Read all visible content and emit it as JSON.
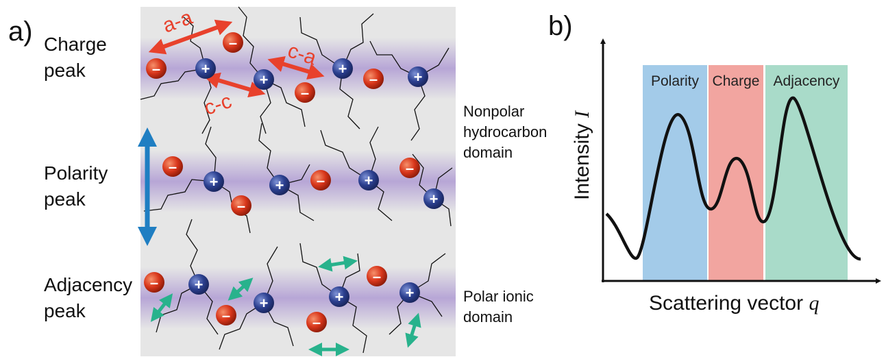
{
  "panel_a": {
    "label": "a)",
    "labels": {
      "charge_peak": [
        "Charge",
        "peak"
      ],
      "polarity_peak": [
        "Polarity",
        "peak"
      ],
      "adjacency_peak": [
        "Adjacency",
        "peak"
      ],
      "nonpolar_domain": [
        "Nonpolar",
        "hydrocarbon",
        "domain"
      ],
      "polar_domain": [
        "Polar ionic",
        "domain"
      ]
    },
    "pair_labels": {
      "anion_anion": "a-a",
      "cation_anion": "c-a",
      "cation_cation": "c-c"
    },
    "cation_symbol": "+",
    "anion_symbol": "–",
    "colors": {
      "polar_band": "#b7a6d6",
      "background": "#e6e6e6",
      "cation": "#2b3f8f",
      "anion": "#d8361b",
      "pair_arrow": "#e8412c",
      "polarity_arrow": "#1f7ec2",
      "adjacency_arrow": "#28b28c"
    }
  },
  "panel_b": {
    "label": "b)",
    "ylabel": "Intensity",
    "ylabel_symbol": "I",
    "xlabel": "Scattering vector",
    "xlabel_symbol": "q",
    "regions": [
      {
        "name": "Polarity",
        "color": "#a3cbe9"
      },
      {
        "name": "Charge",
        "color": "#f2a5a0"
      },
      {
        "name": "Adjacency",
        "color": "#a9dbc9"
      }
    ]
  }
}
